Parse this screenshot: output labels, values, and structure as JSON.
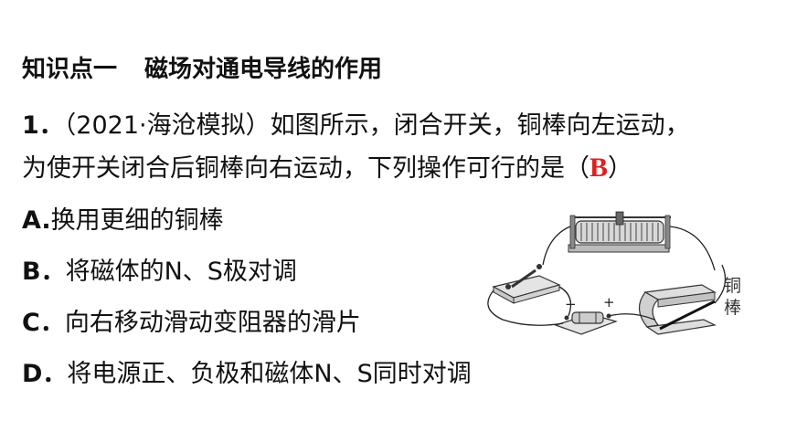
{
  "section": {
    "label": "知识点一",
    "title": "磁场对通电导线的作用"
  },
  "question": {
    "number": "1．",
    "line1": "（2021·海沧模拟）如图所示，闭合开关，铜棒向左运动，",
    "line2_before": "为使开关闭合后铜棒向右运动，下列操作可行的是（",
    "answer": "B",
    "line2_after": "）"
  },
  "options": [
    {
      "letter": "A.",
      "text": "换用更细的铜棒"
    },
    {
      "letter": "B．",
      "text": "将磁体的N、S极对调"
    },
    {
      "letter": "C．",
      "text": "向右移动滑动变阻器的滑片"
    },
    {
      "letter": "D．",
      "text": "将电源正、负极和磁体N、S同时对调"
    }
  ],
  "figure": {
    "minus_sign": "−",
    "plus_sign": "+",
    "rod_label_1": "铜",
    "rod_label_2": "棒"
  }
}
